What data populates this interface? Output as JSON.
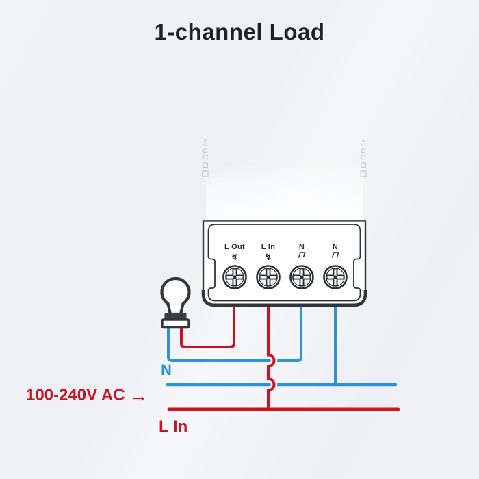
{
  "title": "1-channel Load",
  "colors": {
    "wire_red": "#cd1220",
    "wire_blue": "#2e93d6",
    "outline_dark": "#33353a",
    "background": "#eef0f5"
  },
  "device": {
    "terminals": [
      {
        "label": "L Out",
        "symbol": "lightning",
        "symbol_glyph": "↯"
      },
      {
        "label": "L In",
        "symbol": "lightning",
        "symbol_glyph": "↯"
      },
      {
        "label": "N",
        "symbol": "neutral"
      },
      {
        "label": "N",
        "symbol": "neutral"
      }
    ]
  },
  "wiring_labels": {
    "neutral_bus": "N",
    "power_rating": "100-240V AC",
    "power_arrow": "→",
    "line_bus": "L In"
  }
}
